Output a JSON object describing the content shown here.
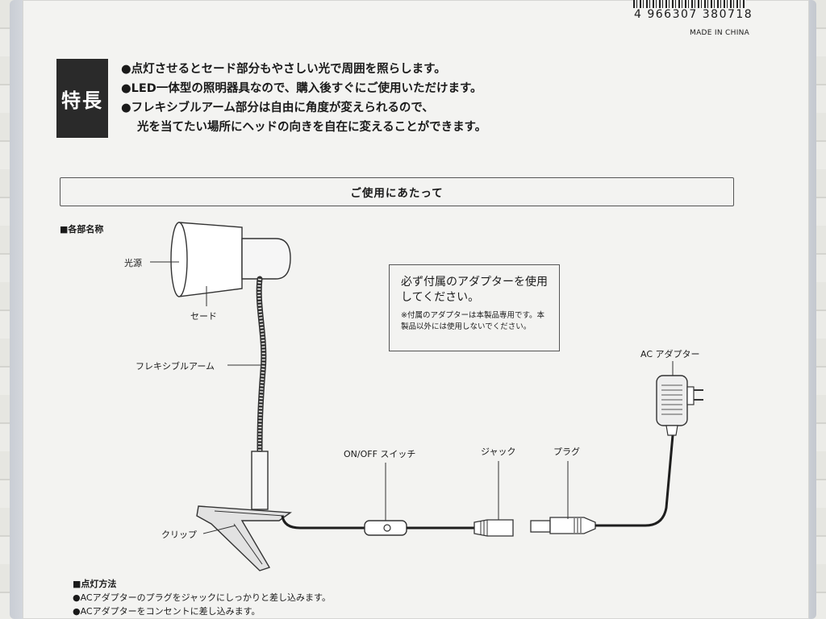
{
  "package": {
    "barcode_number": "4 966307 380718",
    "made_in": "MADE IN CHINA"
  },
  "features": {
    "tag": "特長",
    "lines": [
      "●点灯させるとセード部分もやさしい光で周囲を照らします。",
      "●LED一体型の照明器具なので、購入後すぐにご使用いただけます。",
      "●フレキシブルアーム部分は自由に角度が変えられるので、",
      "光を当てたい場所にヘッドの向きを自在に変えることができます。"
    ]
  },
  "usage": {
    "section_title": "ご使用にあたって",
    "parts_title": "■各部名称",
    "parts": {
      "light_source": "光源",
      "shade": "セード",
      "flexible_arm": "フレキシブルアーム",
      "clip": "クリップ",
      "switch": "ON/OFF スイッチ",
      "jack": "ジャック",
      "plug": "プラグ",
      "ac_adapter": "AC アダプター"
    },
    "notice": {
      "main": "必ず付属のアダプターを使用してください。",
      "sub": "※付属のアダプターは本製品専用です。本製品以外には使用しないでください。"
    }
  },
  "lighting": {
    "title": "■点灯方法",
    "steps": [
      "●ACアダプターのプラグをジャックにしっかりと差し込みます。",
      "●ACアダプターをコンセントに差し込みます。"
    ]
  }
}
